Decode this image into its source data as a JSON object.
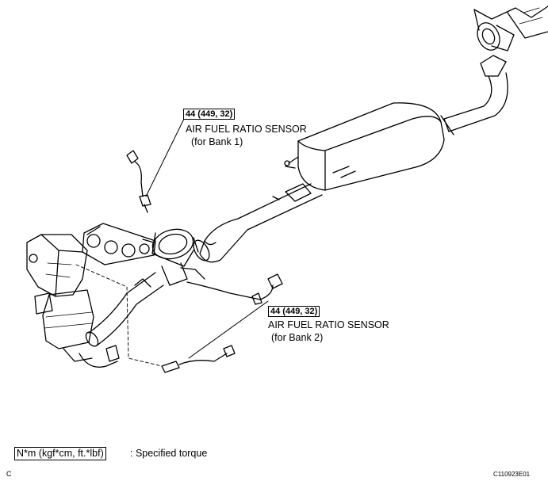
{
  "callouts": {
    "bank1": {
      "torque": "44 (449, 32)",
      "title": "AIR FUEL RATIO SENSOR",
      "subtitle": "(for Bank 1)"
    },
    "bank2": {
      "torque": "44 (449, 32)",
      "title": "AIR FUEL RATIO SENSOR",
      "subtitle": "(for Bank 2)"
    }
  },
  "legend": {
    "unit_box": "N*m (kgf*cm, ft.*lbf)",
    "description": ": Specified torque"
  },
  "corner_letter": "C",
  "figure_code": "C110923E01"
}
